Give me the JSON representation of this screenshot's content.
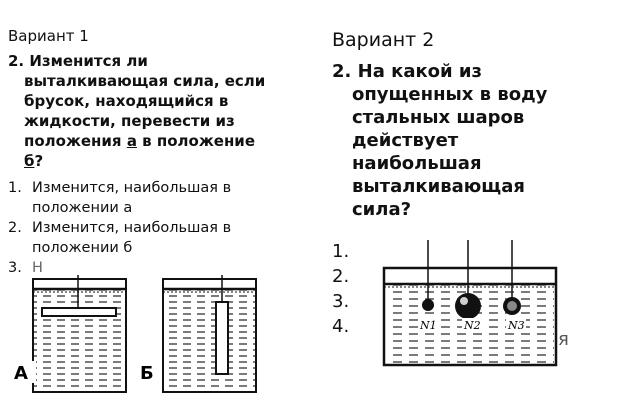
{
  "left": {
    "variant": "Вариант 1",
    "question_lines": [
      "2. Изменится ли",
      "выталкивающая сила, если",
      "брусок, находящийся в",
      "жидкости, перевести из",
      "положения",
      "а",
      "в положение",
      "б",
      "?"
    ],
    "answers": [
      {
        "num": "1.",
        "line1": "Изменится, наибольшая в",
        "line2": "положении а"
      },
      {
        "num": "2.",
        "line1": "Изменится, наибольшая в",
        "line2": "положении б"
      },
      {
        "num": "3.",
        "line1": "Н",
        "line2": ""
      }
    ],
    "figure_labels": {
      "a": "А",
      "b": "Б"
    }
  },
  "right": {
    "variant": "Вариант 2",
    "question_lines": [
      "2. На какой из",
      "опущенных в воду",
      "стальных шаров",
      "действует",
      "наибольшая",
      "выталкивающая",
      "сила?"
    ],
    "answers": [
      {
        "num": "1."
      },
      {
        "num": "2."
      },
      {
        "num": "3."
      },
      {
        "num": "4.",
        "tail": "я"
      }
    ],
    "ball_labels": [
      "N1",
      "N2",
      "N3"
    ]
  }
}
